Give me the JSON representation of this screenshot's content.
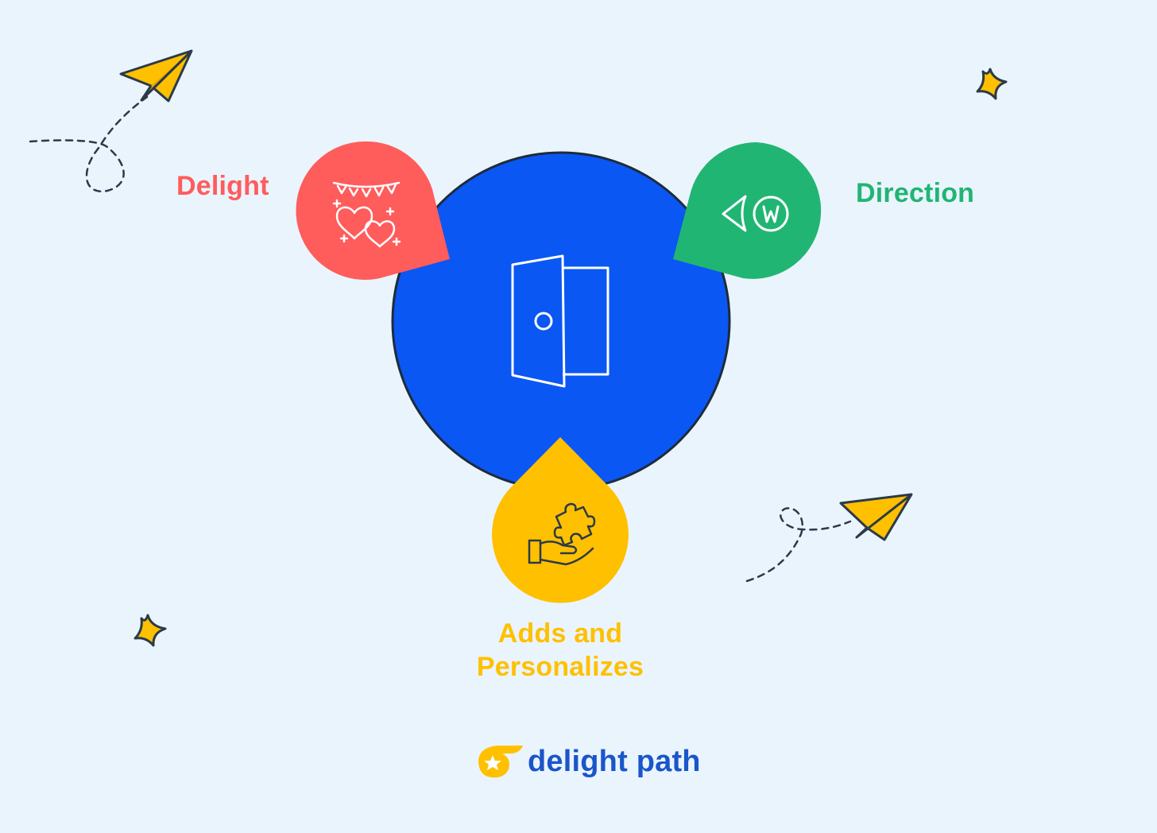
{
  "colors": {
    "background": "#EAF4FD",
    "center_circle": "#0A57F4",
    "delight": "#FF5C5C",
    "direction": "#21B573",
    "adds": "#FFC000",
    "outline": "#2B3A4A",
    "brand_text": "#1A55C9",
    "brand_mark": "#FFC000"
  },
  "diagram": {
    "center": {
      "icon": "door-open-icon"
    },
    "nodes": [
      {
        "id": "delight",
        "label": "Delight",
        "icon": "celebration-hearts-icon",
        "color": "#FF5C5C"
      },
      {
        "id": "direction",
        "label": "Direction",
        "icon": "direction-arrow-icon",
        "color": "#21B573"
      },
      {
        "id": "adds",
        "label_line1": "Adds and",
        "label_line2": "Personalizes",
        "icon": "hand-puzzle-icon",
        "color": "#FFC000"
      }
    ]
  },
  "decorations": [
    "paper-plane-icon",
    "paper-plane-icon",
    "sparkle-icon",
    "sparkle-icon"
  ],
  "brand": {
    "name": "delight path",
    "icon": "delight-path-logo-icon"
  }
}
